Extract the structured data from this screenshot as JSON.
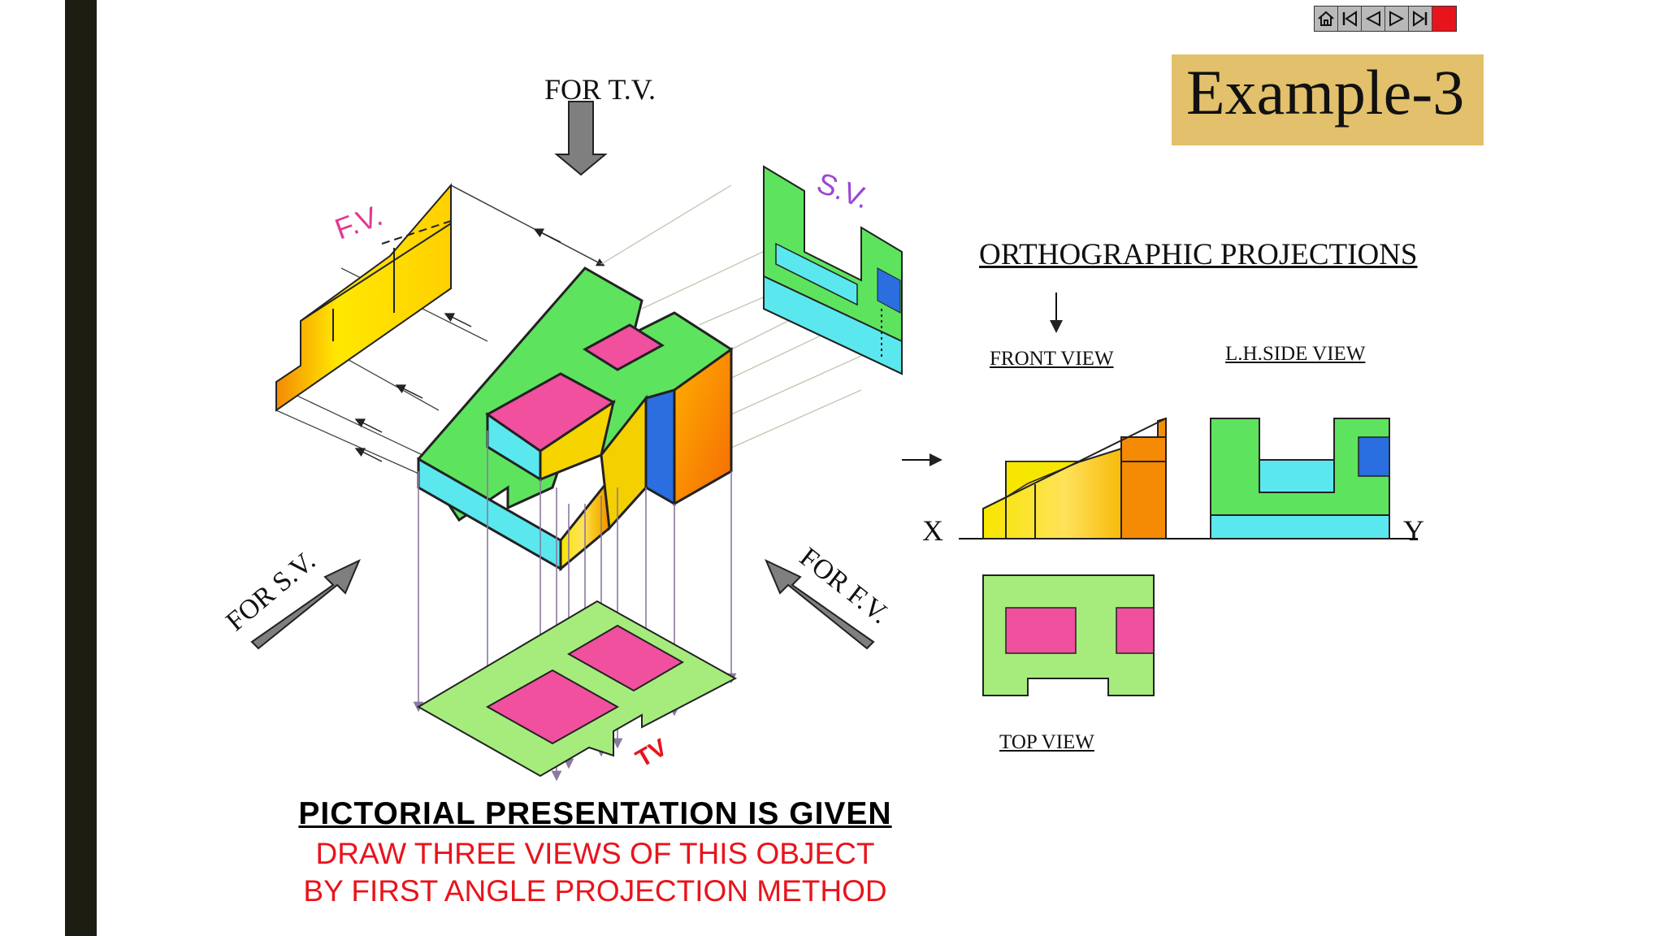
{
  "slide": {
    "title": "Example-3",
    "arrow_labels": {
      "top_view": "FOR T.V.",
      "side_view": "FOR S.V.",
      "front_view": "FOR F.V."
    },
    "projection_tags": {
      "front": "F.V.",
      "side": "S.V.",
      "top": "TV"
    },
    "orthographic": {
      "heading": "ORTHOGRAPHIC PROJECTIONS",
      "front_view_label": "FRONT VIEW",
      "side_view_label": "L.H.SIDE VIEW",
      "top_view_label": "TOP VIEW",
      "x_label": "X",
      "y_label": "Y"
    },
    "caption": {
      "line1": "PICTORIAL PRESENTATION IS GIVEN",
      "line2": "DRAW THREE VIEWS OF THIS OBJECT",
      "line3": "BY FIRST ANGLE PROJECTION METHOD"
    }
  },
  "navigation": {
    "buttons": [
      "home-icon",
      "first-slide-icon",
      "previous-icon",
      "next-icon",
      "last-slide-icon",
      "stop-icon"
    ]
  },
  "colors": {
    "green": "#5ee35e",
    "light_green": "#a6ec7d",
    "pink": "#f0509e",
    "cyan": "#5ae8ee",
    "yellow": "#f7e600",
    "orange": "#f58a05",
    "blue": "#2a6ee0",
    "title_bg": "#e2c06c",
    "red_text": "#e8141c",
    "dark_bar": "#1d1d12"
  }
}
